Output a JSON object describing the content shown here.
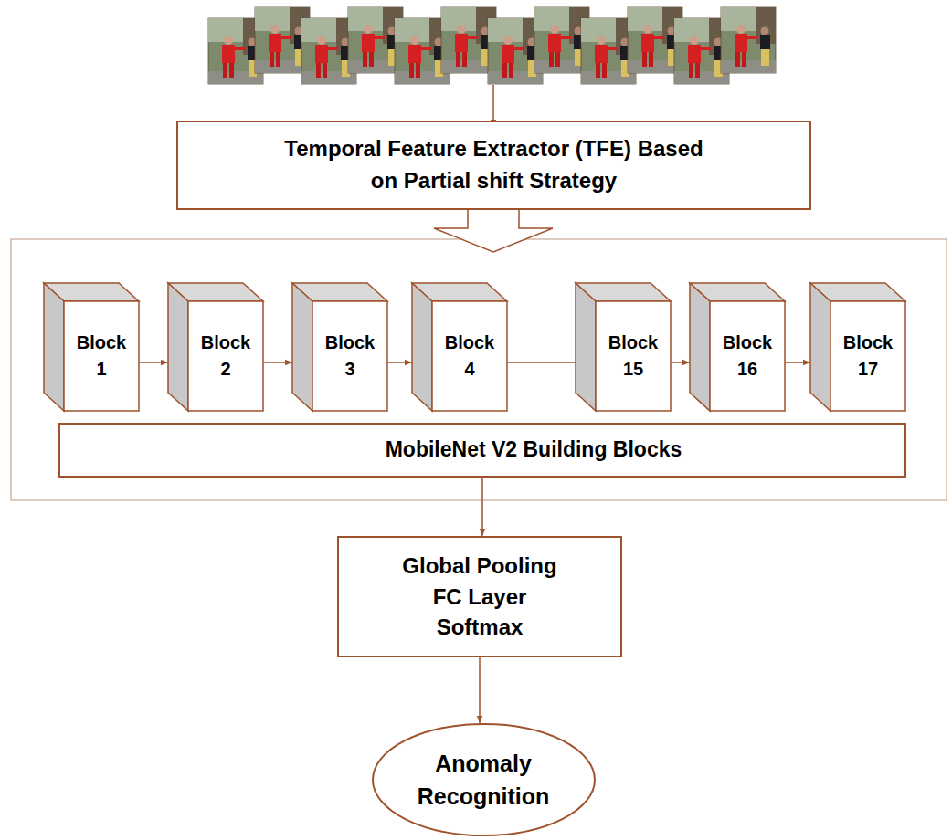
{
  "diagram": {
    "nodes": [
      {
        "text": [
          "Temporal Feature Extractor (TFE) Based on Partial shift Strategy"
        ]
      },
      {
        "text": [
          "Block 1"
        ]
      },
      {
        "text": [
          "Block 2"
        ]
      },
      {
        "text": [
          "Block 3"
        ]
      },
      {
        "text": [
          "Block 4"
        ]
      },
      {
        "text": [
          "Block 15"
        ]
      },
      {
        "text": [
          "Block 16"
        ]
      },
      {
        "text": [
          "Block 17"
        ]
      },
      {
        "text": [
          "MobileNet V2 Building Blocks"
        ]
      },
      {
        "text": [
          "Global Pooling",
          "FC Layer",
          "Softmax"
        ]
      },
      {
        "text": [
          "Anomaly Recognition"
        ]
      }
    ],
    "edges": [
      {
        "from": 1,
        "to": 2,
        "arrow": "to"
      },
      {
        "from": 2,
        "to": 3,
        "arrow": "to"
      },
      {
        "from": 3,
        "to": 4,
        "arrow": "to"
      },
      {
        "from": 4,
        "to": 5,
        "arrow": "none"
      },
      {
        "from": 5,
        "to": 6,
        "arrow": "to"
      },
      {
        "from": 6,
        "to": 7,
        "arrow": "to"
      },
      {
        "from": 8,
        "to": 9,
        "arrow": "to"
      },
      {
        "from": 9,
        "to": 10,
        "arrow": "to"
      }
    ]
  }
}
